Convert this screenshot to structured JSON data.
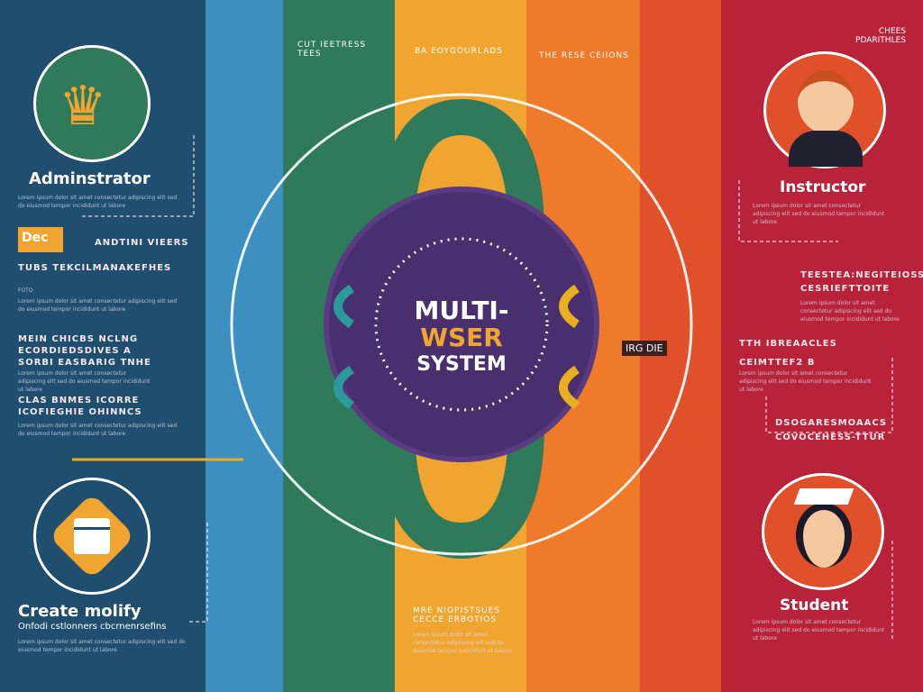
{
  "colors": {
    "navy": "#1f4e6e",
    "sky": "#3d8fc0",
    "green": "#2e7a5a",
    "yellow": "#f0a530",
    "orange": "#ee7a2a",
    "redorange": "#e0502a",
    "crimson": "#b8233a",
    "purple": "#4a2f6e"
  },
  "center": {
    "line1": "MULTI-",
    "line2": "WSER",
    "line3": "SYSTEM"
  },
  "admin": {
    "title": "Adminstrator",
    "badge": "Dec",
    "tag": "ANDTINI VIEERS",
    "h1": "TUBS TEKCILMANAKEFHES",
    "h1sub": "FOTO",
    "h2a": "MEIN CHICBS NCLNG",
    "h2b": "ECORDIEDSDIVES A",
    "h2c": "SORBI EASBARIG TNHE",
    "h3a": "CLAS BNMES ICORRE",
    "h3b": "ICOFIEGHIE OHINNCS",
    "body": "Lorem ipsum dolor sit amet consectetur adipiscing elit sed do eiusmod tempor incididunt ut labore"
  },
  "create": {
    "title": "Create molify",
    "sub": "Onfodi cstlonners cbcrnenrsefins"
  },
  "topcols": {
    "c1a": "CUT IEETRESS",
    "c1b": "TEES",
    "c2": "BA EOYGOURLADS",
    "c3": "THE RESE CEIIONS"
  },
  "topright": {
    "a": "CHEES",
    "b": "PDARITHLES"
  },
  "instructor": {
    "title": "Instructor",
    "h1a": "TEESTEA:NEGITEIOSS",
    "h1b": "CESRIEFTTOITE",
    "h2": "TTH IBREAACLES",
    "h3": "CEIMTTEF2 B",
    "h4a": "DSOGARESMOAACS",
    "h4b": "COVOCEHESS-TTUR"
  },
  "student": {
    "title": "Student"
  },
  "bottom": {
    "a": "MRE NIOPISTSUES",
    "b": "CECCE ERBOTIOS"
  },
  "sign": "IRG DIE"
}
